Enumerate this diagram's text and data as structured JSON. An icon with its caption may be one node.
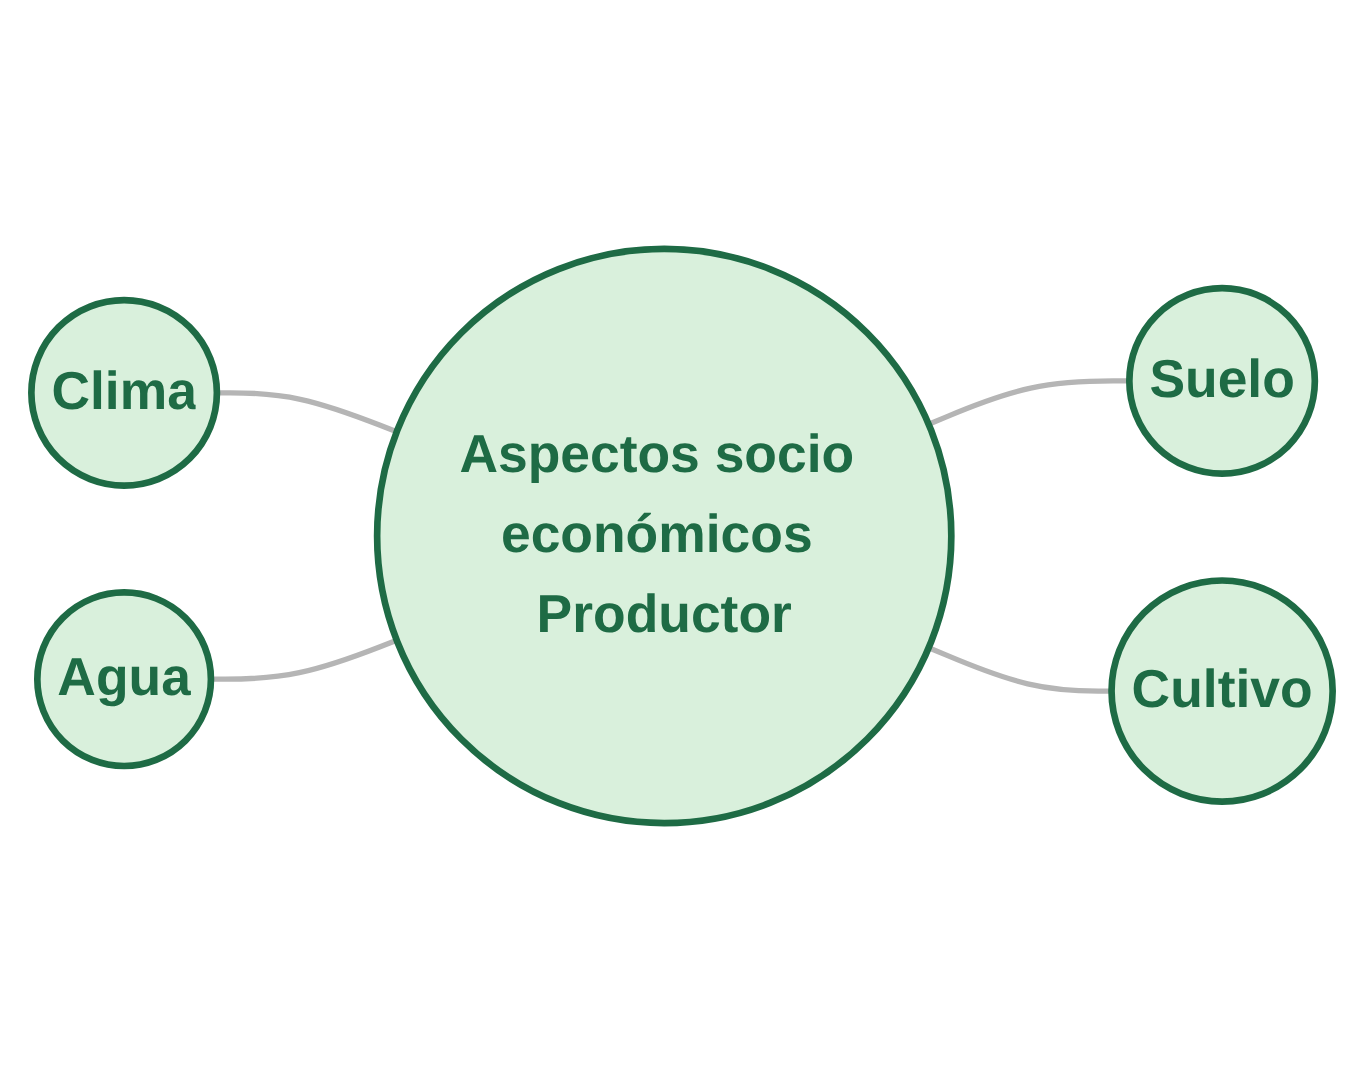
{
  "diagram": {
    "nodes": [
      {
        "text": [
          "Clima"
        ]
      },
      {
        "text": [
          "Agua"
        ]
      },
      {
        "text": [
          "Aspectos socio económicos Productor"
        ]
      },
      {
        "text": [
          "Suelo"
        ]
      },
      {
        "text": [
          "Cultivo"
        ]
      }
    ],
    "edges": [
      {
        "from": 0,
        "to": 2,
        "arrow": "none"
      },
      {
        "from": 1,
        "to": 2,
        "arrow": "none"
      },
      {
        "from": 2,
        "to": 3,
        "arrow": "none"
      },
      {
        "from": 2,
        "to": 4,
        "arrow": "none"
      }
    ]
  }
}
